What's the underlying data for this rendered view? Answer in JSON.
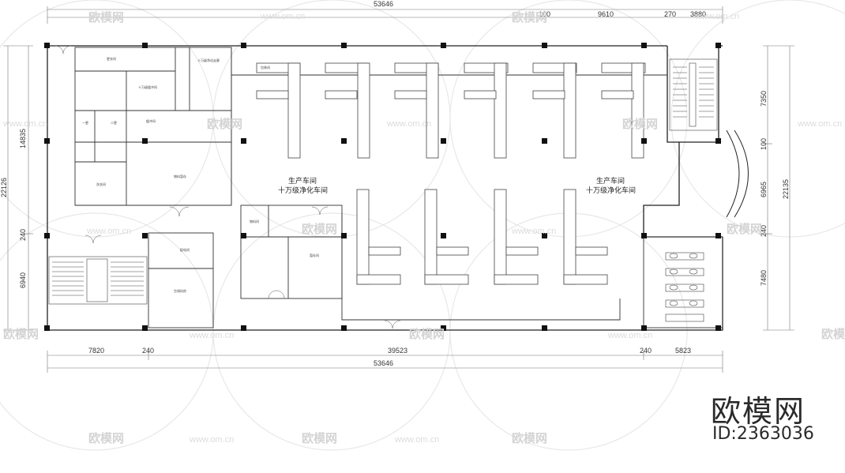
{
  "dimensions": {
    "top_total": "53646",
    "top_a": "100",
    "top_b": "9610",
    "top_c": "270",
    "top_d": "3880",
    "bottom_a": "7820",
    "bottom_b": "240",
    "bottom_c": "39523",
    "bottom_d": "240",
    "bottom_e": "5823",
    "bottom_total": "53646",
    "left_total": "22126",
    "left_a": "14835",
    "left_b": "240",
    "left_c": "6940",
    "right_total": "22135",
    "right_a": "7350",
    "right_b": "100",
    "right_c": "6965",
    "right_d": "240",
    "right_e": "7480"
  },
  "halls": [
    {
      "line1": "生产车间",
      "line2": "十万级净化车间"
    },
    {
      "line1": "生产车间",
      "line2": "十万级净化车间"
    }
  ],
  "room_labels": {
    "r1": "更衣间",
    "r2": "十万级缓冲间",
    "r3": "一更",
    "r4": "二更",
    "r5": "洗衣间",
    "r6": "缓冲间",
    "r7": "物料暂存",
    "r8": "十万级净化走廊",
    "r9": "包装间",
    "r10": "配电间",
    "r11": "空调机房",
    "r12": "物料间",
    "r13": "暂存间"
  },
  "watermark": {
    "text": "欧模网",
    "url": "www.om.cn"
  },
  "brand": {
    "name": "欧模网",
    "id": "ID:2363036"
  }
}
